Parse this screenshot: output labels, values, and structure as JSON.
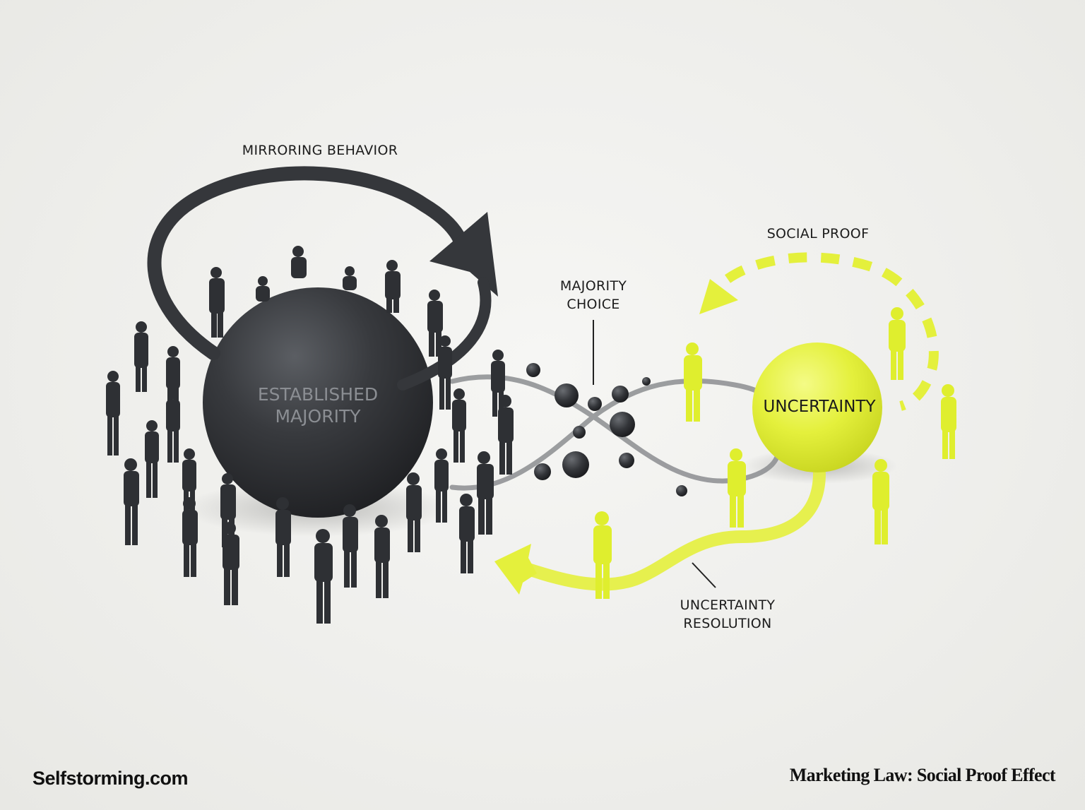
{
  "diagram": {
    "title": "Marketing Law: Social Proof Effect",
    "brand": "Selfstorming.com",
    "nodes": {
      "majority": {
        "label_line1": "ESTABLISHED",
        "label_line2": "MAJORITY",
        "color": "#2f3135"
      },
      "uncertainty": {
        "label": "UNCERTAINTY",
        "color": "#e6f23a"
      }
    },
    "annotations": {
      "mirroring": "MIRRORING BEHAVIOR",
      "majority_choice_line1": "MAJORITY",
      "majority_choice_line2": "CHOICE",
      "social_proof": "SOCIAL PROOF",
      "resolution_line1": "UNCERTAINTY",
      "resolution_line2": "RESOLUTION"
    },
    "colors": {
      "background": "#efefec",
      "dark": "#2f3135",
      "accent": "#e4f03c",
      "text": "#1c1c1c"
    }
  }
}
